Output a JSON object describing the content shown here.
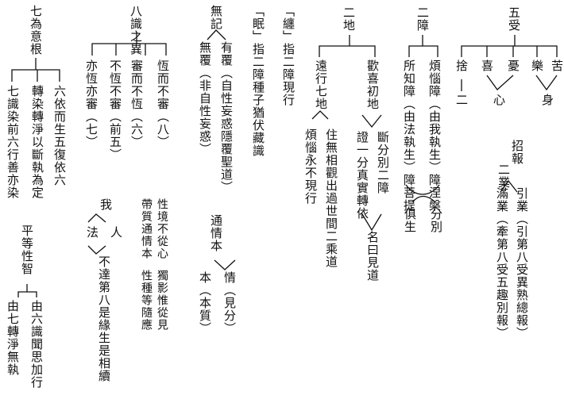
{
  "s1": {
    "head": "五受",
    "k1": "苦",
    "k2": "樂",
    "k3": "憂",
    "k4": "喜",
    "k5": "捨",
    "shen": "身",
    "xin": "心",
    "er": "二"
  },
  "s2": {
    "head": "二障",
    "fannao": "煩惱障（由我執生）障涅槃",
    "suozhi": "所知障（由法執生）障菩提",
    "fenbie": "分別",
    "jusheng": "俱生"
  },
  "s3": {
    "head": "二業",
    "zhaobao": "招報",
    "yinye": "引業（引第八受異熟總報）",
    "manye": "滿業（牽第八受五趣別報）"
  },
  "s4": {
    "head": "二地",
    "huanxi": "歡喜初地",
    "zheng": "證一分真實轉依",
    "duan": "斷分別二障",
    "mingyue": "名曰見道",
    "yuanxing": "遠行七地",
    "fannao_yong": "煩惱永不現行",
    "zhu": "住無相觀出過世間二乘道"
  },
  "s5": {
    "chan": "「纏」指二障現行",
    "mian": "「眠」指二障種子猶伏藏識"
  },
  "s6": {
    "wuji": "無記",
    "youfu": "有覆（自性妄惑隱覆聖道）",
    "wufu": "無覆（非自性妄惑）",
    "tongqingben": "通情本",
    "qing": "情（見分）",
    "ben": "本（本質）"
  },
  "s7": {
    "head": "八識之異",
    "c1": "恆而不審（八）",
    "c2": "審而不恆（六）",
    "c3": "不恆不審（前五）",
    "c4": "亦恆亦審（七）",
    "jing1": "性境不從心",
    "jing2": "帶質通情本",
    "jing3": "獨影惟從見",
    "jing4": "性種等隨應",
    "wo": "我",
    "fa": "法",
    "ren": "人",
    "budal": "不達第八是緣生是相續"
  },
  "s8": {
    "head": "七為意根",
    "c1": "六依而生五復依六",
    "c2": "轉染轉淨以斷執為定",
    "c3": "七識染前六行善亦染",
    "pingdeng": "平等性智",
    "liu": "由六識聞思加行",
    "qi": "由七轉淨無執"
  }
}
